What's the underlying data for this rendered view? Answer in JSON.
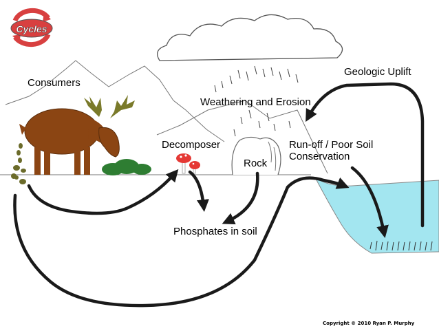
{
  "logo": {
    "text": "Cycles"
  },
  "labels": {
    "consumers": "Consumers",
    "weathering": "Weathering and Erosion",
    "geologic_uplift": "Geologic Uplift",
    "decomposer": "Decomposer",
    "rock": "Rock",
    "runoff_line1": "Run-off / Poor Soil",
    "runoff_line2": "Conservation",
    "phosphates": "Phosphates in soil"
  },
  "copyright": "Copyright © 2010 Ryan P. Murphy",
  "colors": {
    "water": "#a3e6f0",
    "moose": "#8b4513",
    "antler": "#7a7a2a",
    "bush": "#2e7d32",
    "mushroom": "#e53935",
    "logo_red": "#d84040",
    "arrow": "#1a1a1a"
  }
}
